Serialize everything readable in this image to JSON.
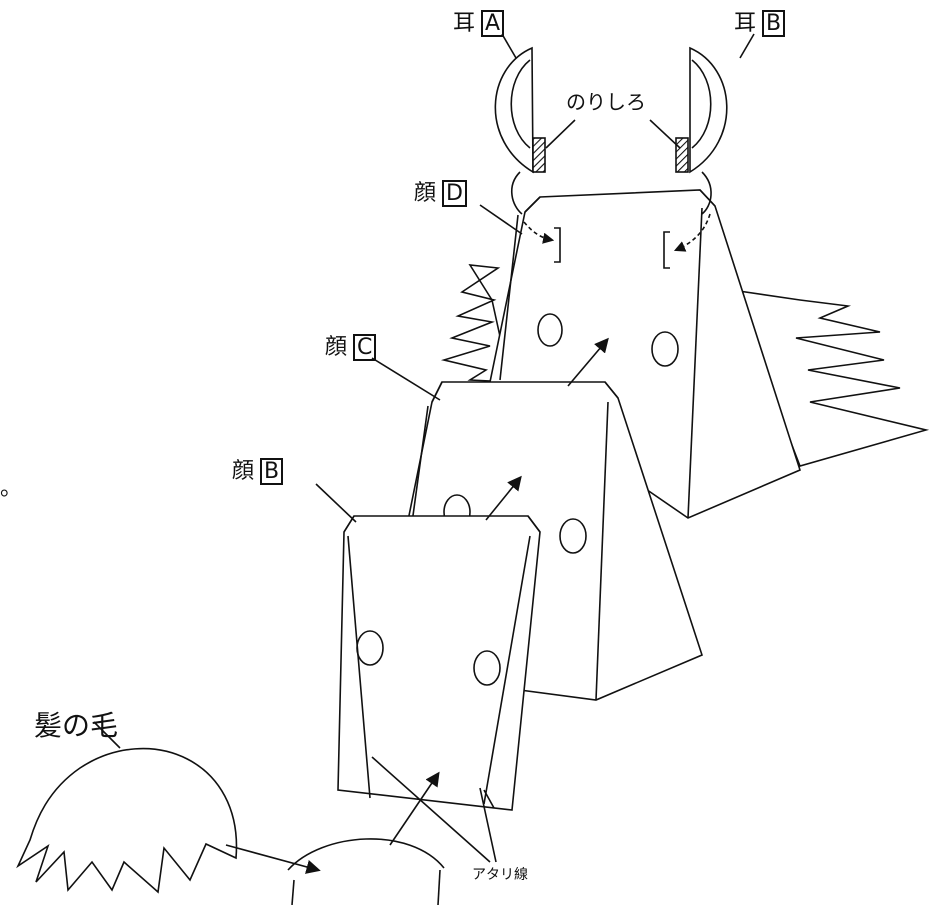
{
  "labels": {
    "ear_a": {
      "char": "耳",
      "letter": "A"
    },
    "ear_b": {
      "char": "耳",
      "letter": "B"
    },
    "glue_margin": "のりしろ",
    "face_d": {
      "char": "顔",
      "letter": "D"
    },
    "face_c": {
      "char": "顔",
      "letter": "C"
    },
    "face_b": {
      "char": "顔",
      "letter": "B"
    },
    "hair": "髪の毛",
    "guide_lines": "アタリ線",
    "edge_fragment": "。"
  },
  "colors": {
    "line": "#111111",
    "background": "#ffffff"
  }
}
